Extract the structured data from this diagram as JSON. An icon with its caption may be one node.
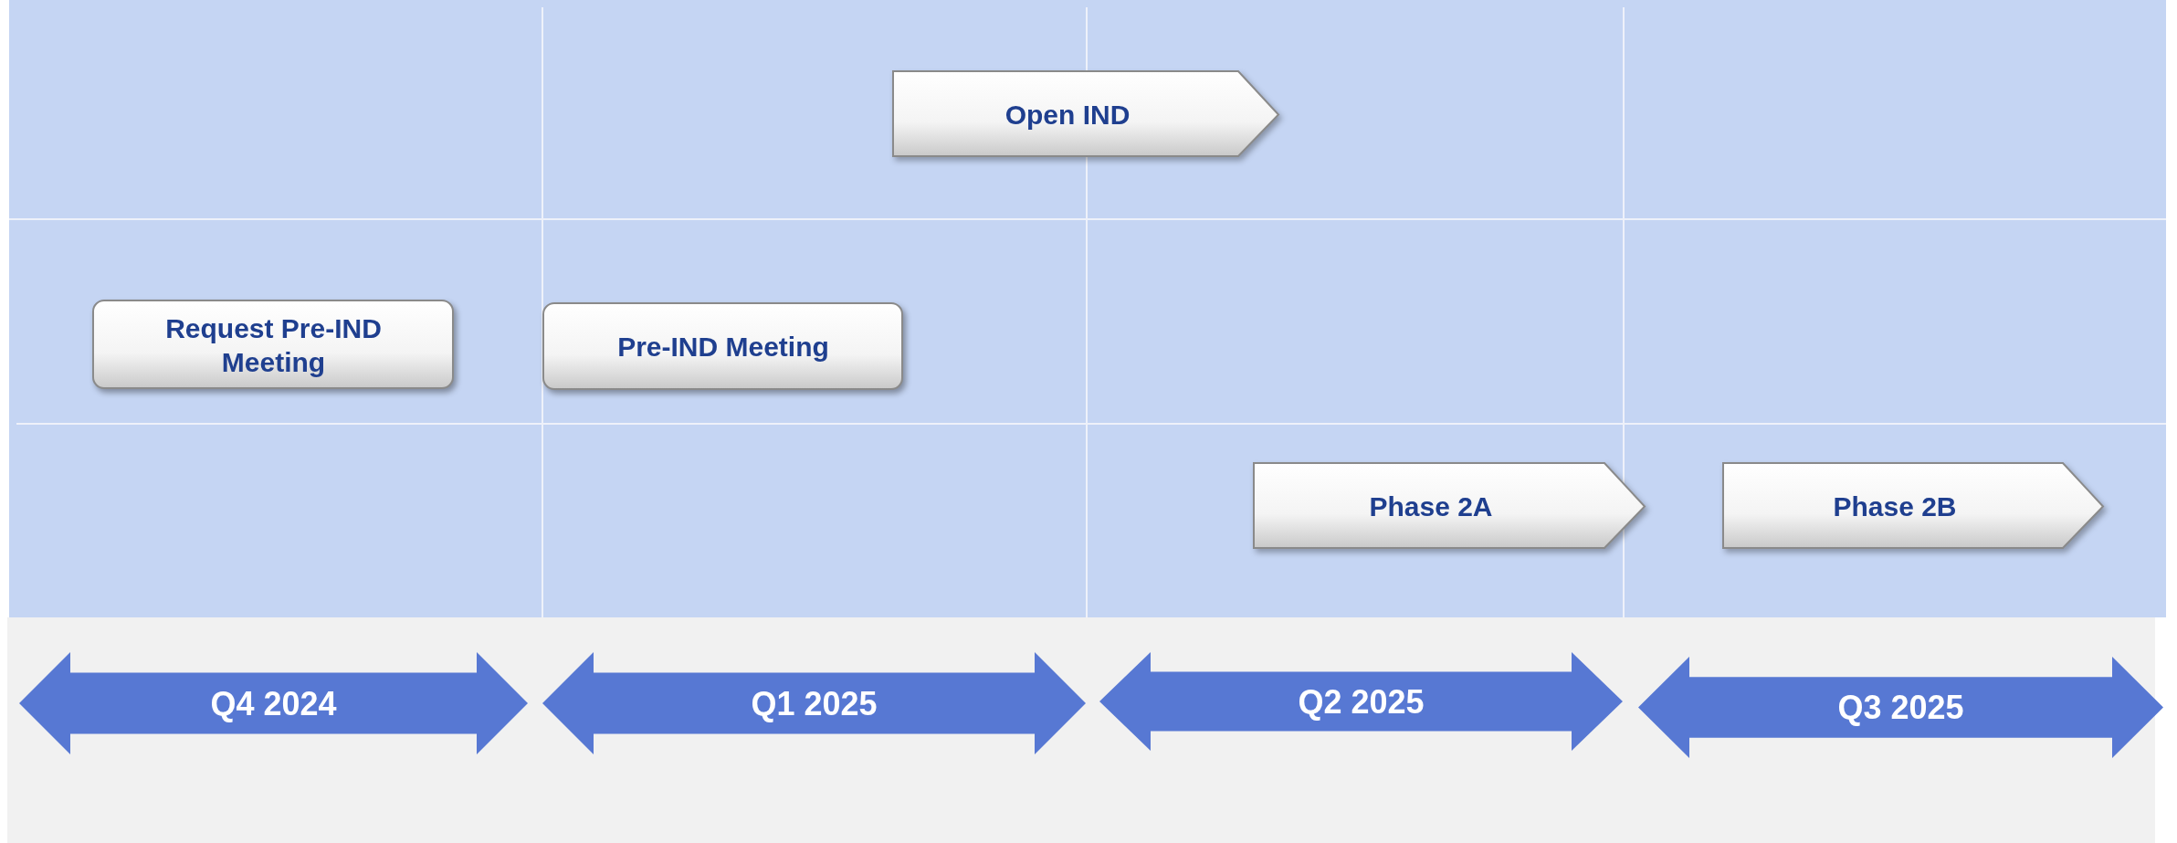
{
  "diagram": {
    "nodes": [
      {
        "text": [
          "Open IND"
        ]
      },
      {
        "text": [
          "Request Pre-IND Meeting"
        ]
      },
      {
        "text": [
          "Pre-IND Meeting"
        ]
      },
      {
        "text": [
          "Phase 2A"
        ]
      },
      {
        "text": [
          "Phase 2B"
        ]
      },
      {
        "text": [
          "Q4 2024"
        ]
      },
      {
        "text": [
          "Q1 2025"
        ]
      },
      {
        "text": [
          "Q2 2025"
        ]
      },
      {
        "text": [
          "Q3 2025"
        ]
      }
    ]
  }
}
